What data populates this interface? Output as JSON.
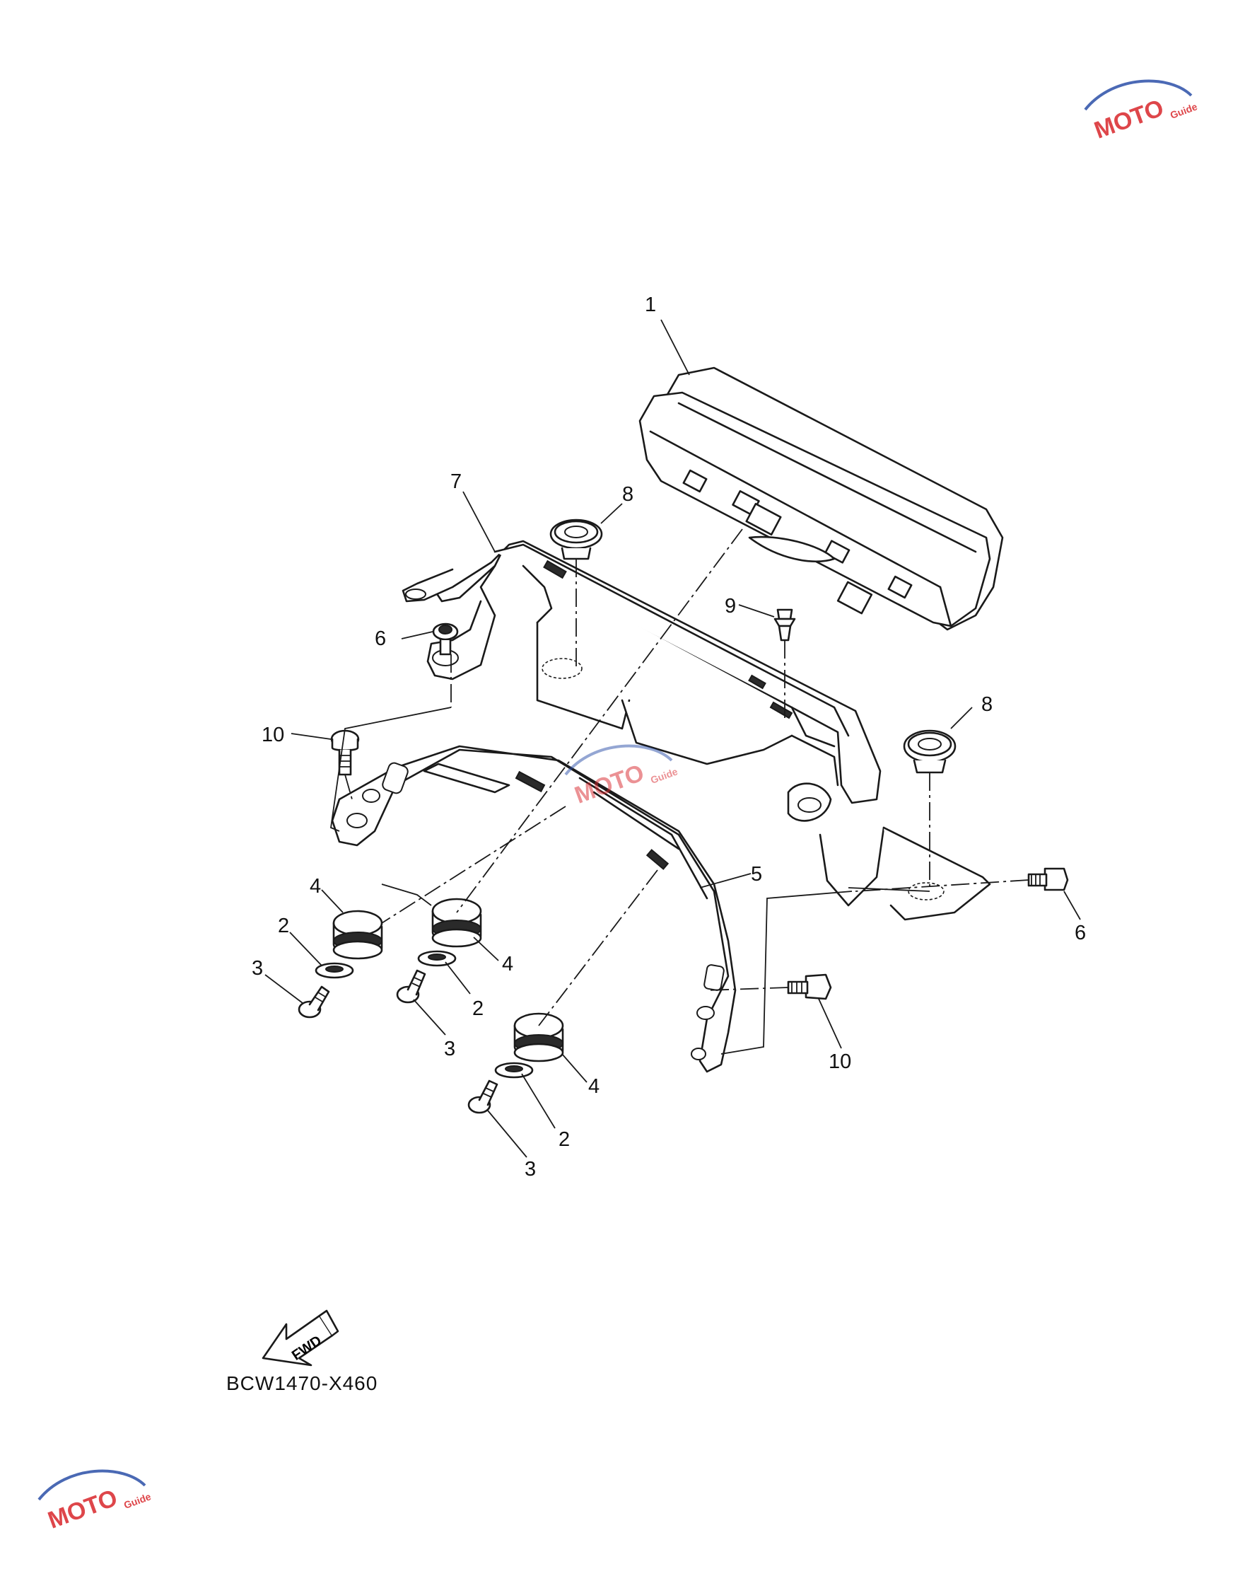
{
  "diagram_code": "BCW1470-X460",
  "fwd_label": "FWD",
  "callouts": [
    {
      "id": "c1",
      "label": "1"
    },
    {
      "id": "c7",
      "label": "7"
    },
    {
      "id": "c8a",
      "label": "8"
    },
    {
      "id": "c8b",
      "label": "8"
    },
    {
      "id": "c9",
      "label": "9"
    },
    {
      "id": "c6a",
      "label": "6"
    },
    {
      "id": "c6b",
      "label": "6"
    },
    {
      "id": "c10a",
      "label": "10"
    },
    {
      "id": "c10b",
      "label": "10"
    },
    {
      "id": "c5",
      "label": "5"
    },
    {
      "id": "c4a",
      "label": "4"
    },
    {
      "id": "c4b",
      "label": "4"
    },
    {
      "id": "c4c",
      "label": "4"
    },
    {
      "id": "c2a",
      "label": "2"
    },
    {
      "id": "c2b",
      "label": "2"
    },
    {
      "id": "c2c",
      "label": "2"
    },
    {
      "id": "c3a",
      "label": "3"
    },
    {
      "id": "c3b",
      "label": "3"
    },
    {
      "id": "c3c",
      "label": "3"
    }
  ],
  "watermark": {
    "brand": "MOTO",
    "sub": "Guide",
    "color": "#d9262b",
    "accent": "#2b4fa8"
  }
}
